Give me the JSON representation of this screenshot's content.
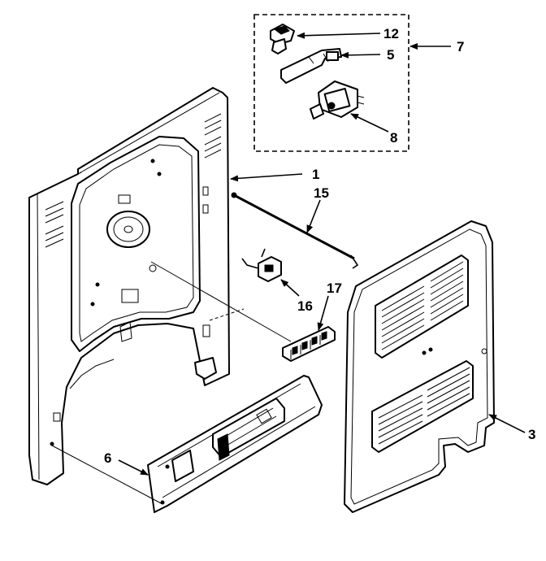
{
  "diagram": {
    "callouts": [
      {
        "id": "label-12",
        "text": "12"
      },
      {
        "id": "label-5",
        "text": "5"
      },
      {
        "id": "label-7",
        "text": "7"
      },
      {
        "id": "label-8",
        "text": "8"
      },
      {
        "id": "label-1",
        "text": "1"
      },
      {
        "id": "label-15",
        "text": "15"
      },
      {
        "id": "label-16",
        "text": "16"
      },
      {
        "id": "label-17",
        "text": "17"
      },
      {
        "id": "label-3",
        "text": "3"
      },
      {
        "id": "label-6",
        "text": "6"
      }
    ]
  }
}
